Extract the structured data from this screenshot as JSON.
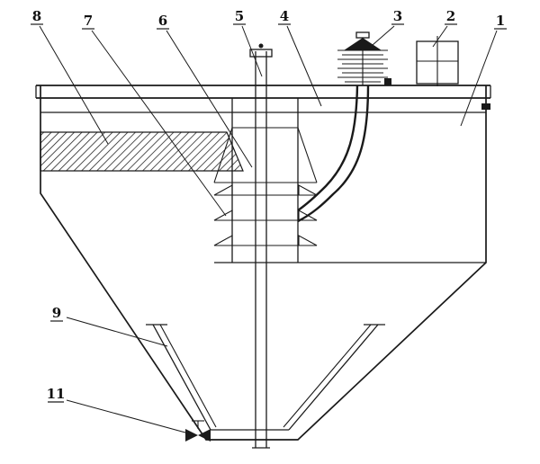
{
  "diagram": {
    "kind": "engineering-line-drawing",
    "background_color": "#ffffff",
    "line_color": "#1a1a1a",
    "callouts": {
      "n1": "1",
      "n2": "2",
      "n3": "3",
      "n4": "4",
      "n5": "5",
      "n6": "6",
      "n7": "7",
      "n8": "8",
      "n9": "9",
      "n11": "11"
    }
  }
}
